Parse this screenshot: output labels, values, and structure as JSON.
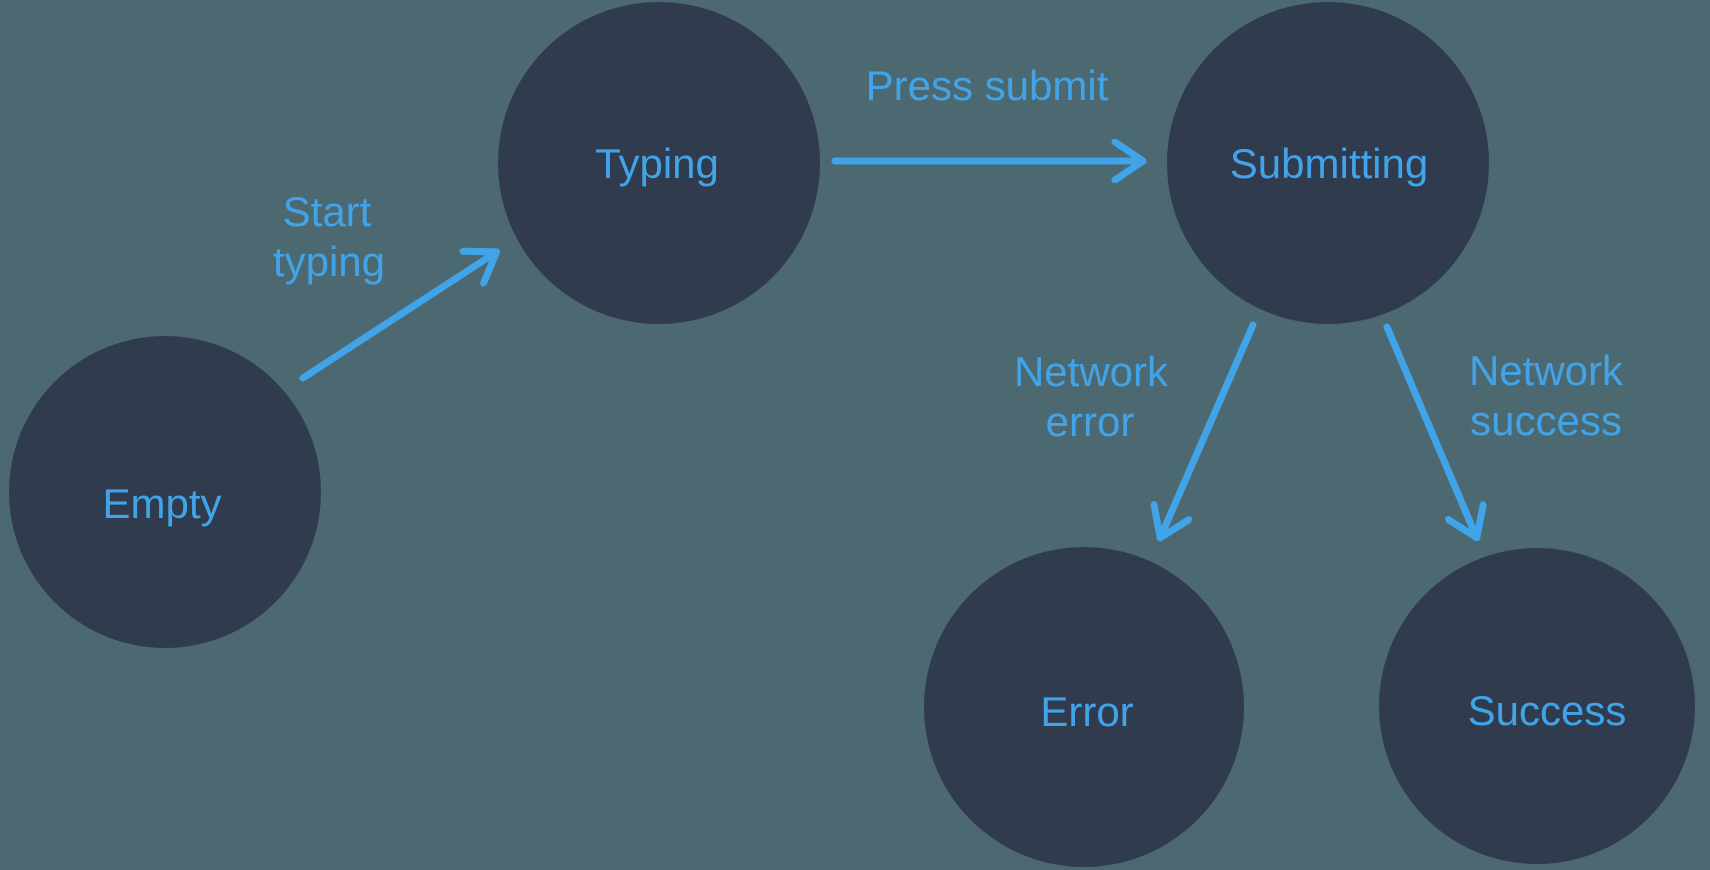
{
  "diagram": {
    "type": "state-machine",
    "colors": {
      "background": "#4C6972",
      "node_fill": "#303B4D",
      "accent": "#41A4E9"
    },
    "nodes": [
      {
        "id": "empty",
        "label": "Empty"
      },
      {
        "id": "typing",
        "label": "Typing"
      },
      {
        "id": "submitting",
        "label": "Submitting"
      },
      {
        "id": "error",
        "label": "Error"
      },
      {
        "id": "success",
        "label": "Success"
      }
    ],
    "edges": [
      {
        "from": "empty",
        "to": "typing",
        "label": "Start typing",
        "label_lines": [
          "Start",
          "typing"
        ]
      },
      {
        "from": "typing",
        "to": "submitting",
        "label": "Press submit",
        "label_lines": [
          "Press submit"
        ]
      },
      {
        "from": "submitting",
        "to": "error",
        "label": "Network error",
        "label_lines": [
          "Network",
          "error"
        ]
      },
      {
        "from": "submitting",
        "to": "success",
        "label": "Network success",
        "label_lines": [
          "Network",
          "success"
        ]
      }
    ]
  }
}
